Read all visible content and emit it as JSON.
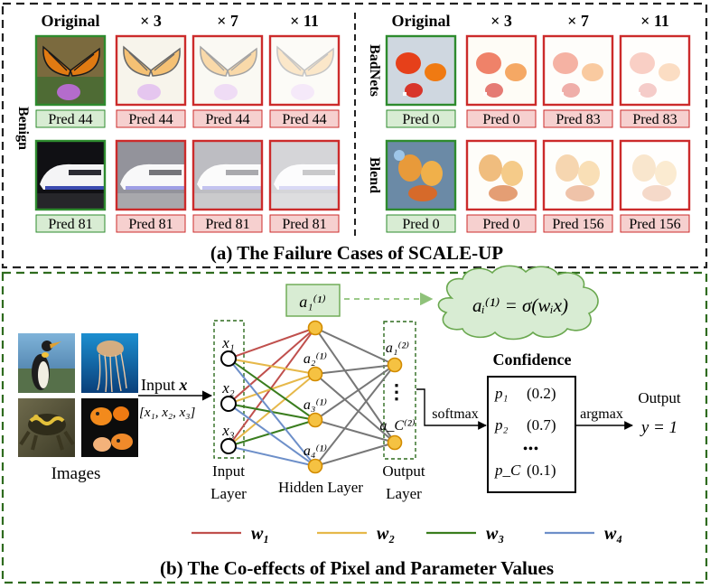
{
  "panel_a": {
    "caption": "(a) The Failure Cases of SCALE-UP",
    "left_headers": [
      "Original",
      "× 3",
      "× 7",
      "× 11"
    ],
    "right_headers": [
      "Original",
      "× 3",
      "× 7",
      "× 11"
    ],
    "left_rows": [
      {
        "label": "Benign",
        "preds": [
          "Pred 44",
          "Pred 44",
          "Pred 44",
          "Pred 44"
        ],
        "subject": "butterfly"
      },
      {
        "label": "",
        "preds": [
          "Pred 81",
          "Pred 81",
          "Pred 81",
          "Pred 81"
        ],
        "subject": "train"
      }
    ],
    "right_rows": [
      {
        "label": "BadNets",
        "preds": [
          "Pred 0",
          "Pred 0",
          "Pred 83",
          "Pred 83"
        ],
        "subject": "goldfish"
      },
      {
        "label": "Blend",
        "preds": [
          "Pred 0",
          "Pred 0",
          "Pred 156",
          "Pred 156"
        ],
        "subject": "goldfish-blend"
      }
    ],
    "colors": {
      "original_border": "#2e8b2e",
      "scaled_border": "#cc2b2b",
      "original_label_bg": "#d8ecd3",
      "scaled_label_bg": "#f6d0cf"
    }
  },
  "panel_b": {
    "caption": "(b) The Co-effects of Pixel and Parameter Values",
    "images_label": "Images",
    "input_arrow_label": "Input",
    "input_arrow_var": "x",
    "input_vector": "[x₁, x₂, x₃]",
    "input_nodes": [
      "x₁",
      "x₂",
      "x₃"
    ],
    "input_layer_label": [
      "Input",
      "Layer"
    ],
    "hidden_layer_label": "Hidden Layer",
    "output_layer_label": [
      "Output",
      "Layer"
    ],
    "hidden_nodes": [
      "a₂⁽¹⁾",
      "a₃⁽¹⁾",
      "a₄⁽¹⁾"
    ],
    "output_nodes": [
      "a₁⁽²⁾",
      "a_C⁽²⁾"
    ],
    "output_dots": "⋮",
    "highlight_box": "a₁⁽¹⁾",
    "cloud_formula": "aᵢ⁽¹⁾ = σ(wᵢx)",
    "softmax_label": "softmax",
    "confidence_title": "Confidence",
    "confidence_rows": [
      {
        "label": "p₁",
        "value": "(0.2)"
      },
      {
        "label": "p₂",
        "value": "(0.7)"
      },
      {
        "label": "p_C",
        "value": "(0.1)"
      }
    ],
    "confidence_dots": "•••",
    "argmax_label": "argmax",
    "output_label": "Output",
    "output_value": "y = 1",
    "legend": [
      {
        "name": "w₁",
        "color": "#c0504d"
      },
      {
        "name": "w₂",
        "color": "#e6b84a"
      },
      {
        "name": "w₃",
        "color": "#3a7d1e"
      },
      {
        "name": "w₄",
        "color": "#6d8fc9"
      }
    ],
    "colors": {
      "node_fill": "#f5c242",
      "node_stroke": "#d28b00",
      "gray_edge": "#777777",
      "highlight_fill": "#d8ecd3",
      "highlight_stroke": "#6aa84f",
      "panel_border": "#2e6b1e"
    }
  }
}
